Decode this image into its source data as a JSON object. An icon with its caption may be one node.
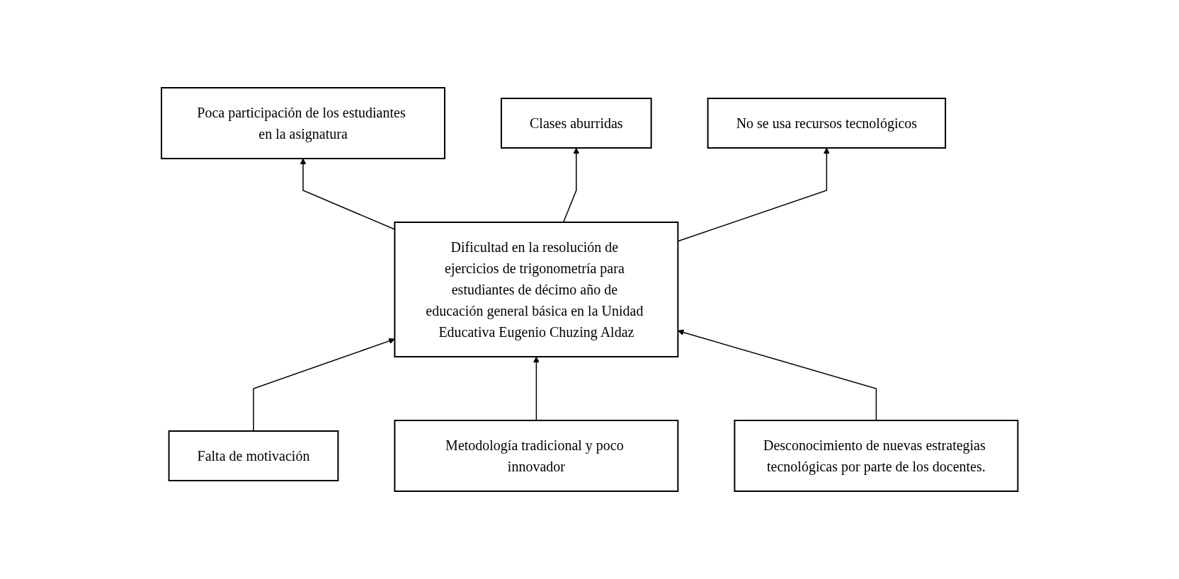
{
  "diagram": {
    "nodes": [
      {
        "text": [
          "Poca participación de los estudiantes en la asignatura"
        ]
      },
      {
        "text": [
          "Clases aburridas"
        ]
      },
      {
        "text": [
          "No se usa recursos tecnológicos"
        ]
      },
      {
        "text": [
          "Dificultad en la resolución de ejercicios de trigonometría para estudiantes de décimo año de educación general básica en la Unidad Educativa Eugenio Chuzing Aldaz"
        ]
      },
      {
        "text": [
          "Falta de motivación"
        ]
      },
      {
        "text": [
          "Metodología tradicional y poco innovador"
        ]
      },
      {
        "text": [
          "Desconocimiento de nuevas estrategias tecnológicas por parte de los docentes."
        ]
      }
    ],
    "edges": [
      {
        "from": 3,
        "to": 0,
        "arrow": "to"
      },
      {
        "from": 3,
        "to": 1,
        "arrow": "to"
      },
      {
        "from": 3,
        "to": 2,
        "arrow": "to"
      },
      {
        "from": 4,
        "to": 3,
        "arrow": "to"
      },
      {
        "from": 5,
        "to": 3,
        "arrow": "to"
      },
      {
        "from": 6,
        "to": 3,
        "arrow": "to"
      }
    ]
  }
}
